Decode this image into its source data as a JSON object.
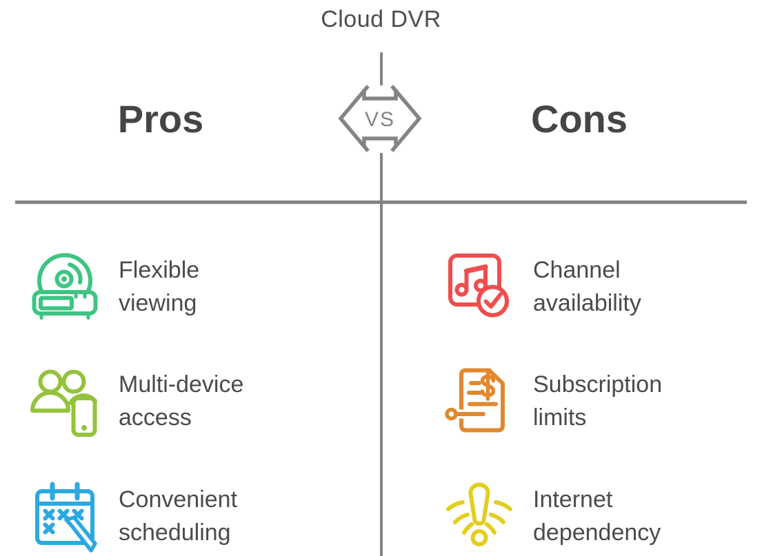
{
  "title": "Cloud DVR",
  "vs_label": "VS",
  "pros": {
    "heading": "Pros",
    "items": [
      {
        "label": "Flexible viewing",
        "icon": "dvr-player-icon",
        "color": "#3EC483"
      },
      {
        "label": "Multi-device access",
        "icon": "multi-device-icon",
        "color": "#95C23C"
      },
      {
        "label": "Convenient scheduling",
        "icon": "calendar-schedule-icon",
        "color": "#2BA9E1"
      }
    ]
  },
  "cons": {
    "heading": "Cons",
    "items": [
      {
        "label": "Channel availability",
        "icon": "media-check-icon",
        "color": "#EE4E4E"
      },
      {
        "label": "Subscription limits",
        "icon": "invoice-dollar-icon",
        "color": "#E1882E"
      },
      {
        "label": "Internet dependency",
        "icon": "alert-warning-icon",
        "color": "#E3CE1E"
      }
    ]
  },
  "colors": {
    "divider": "#848484",
    "vs_outline": "#848484",
    "title_text": "#4d4d4d",
    "heading_text": "#454545",
    "label_text": "#4b4b4b"
  }
}
